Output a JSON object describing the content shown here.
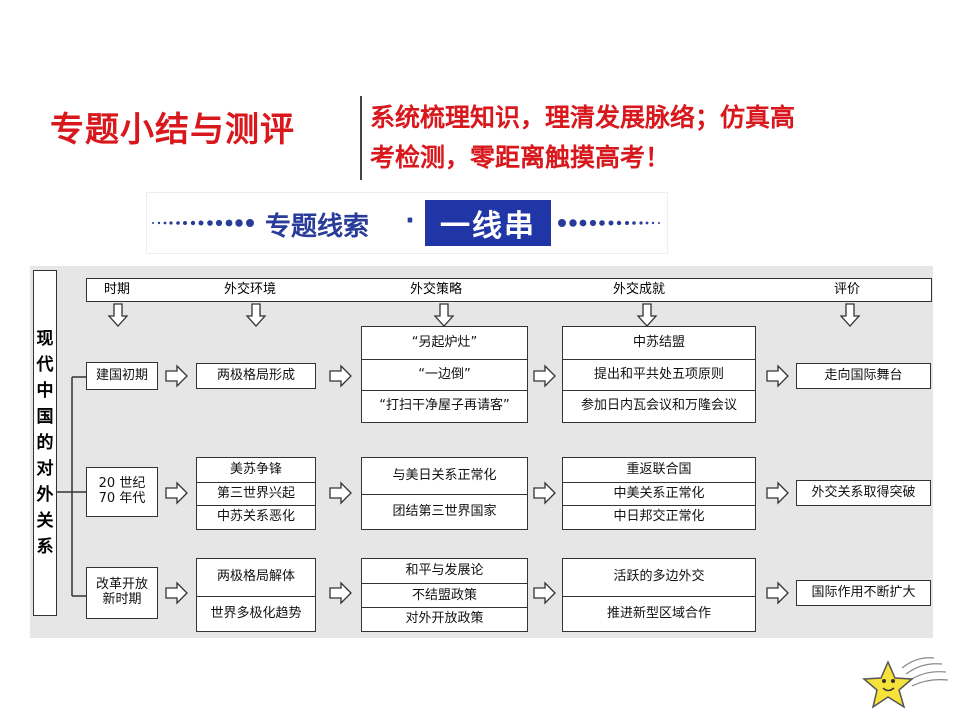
{
  "header": {
    "title": "专题小结与测评",
    "subtitle_line1": "系统梳理知识，理清发展脉络；仿真高",
    "subtitle_line2": "考检测，零距离触摸高考！"
  },
  "banner": {
    "left_text": "专题线索",
    "separator": "·",
    "highlight_text": "一线串"
  },
  "diagram": {
    "vertical_title": [
      "现",
      "代",
      "中",
      "国",
      "的",
      "对",
      "外",
      "关",
      "系"
    ],
    "columns": [
      "时期",
      "外交环境",
      "外交策略",
      "外交成就",
      "评价"
    ],
    "rows": [
      {
        "period": "建国初期",
        "environment": [
          "两极格局形成"
        ],
        "strategy": [
          "“另起炉灶”",
          "“一边倒”",
          "“打扫干净屋子再请客”"
        ],
        "achievement": [
          "中苏结盟",
          "提出和平共处五项原则",
          "参加日内瓦会议和万隆会议"
        ],
        "evaluation": "走向国际舞台"
      },
      {
        "period_line1": "20 世纪",
        "period_line2": "70 年代",
        "environment": [
          "美苏争锋",
          "第三世界兴起",
          "中苏关系恶化"
        ],
        "strategy": [
          "与美日关系正常化",
          "团结第三世界国家"
        ],
        "achievement": [
          "重返联合国",
          "中美关系正常化",
          "中日邦交正常化"
        ],
        "evaluation": "外交关系取得突破"
      },
      {
        "period_line1": "改革开放",
        "period_line2": "新时期",
        "environment": [
          "两极格局解体",
          "世界多极化趋势"
        ],
        "strategy": [
          "和平与发展论",
          "不结盟政策",
          "对外开放政策"
        ],
        "achievement": [
          "活跃的多边外交",
          "推进新型区域合作"
        ],
        "evaluation": "国际作用不断扩大"
      }
    ]
  },
  "colors": {
    "title_red": "#d8181c",
    "banner_blue": "#2035a6",
    "panel_gray": "#e6e6e6",
    "star_yellow": "#f7e23a"
  },
  "icons": [
    "dotted-line-icon",
    "hollow-arrow-icon",
    "down-arrow-icon",
    "star-icon"
  ]
}
